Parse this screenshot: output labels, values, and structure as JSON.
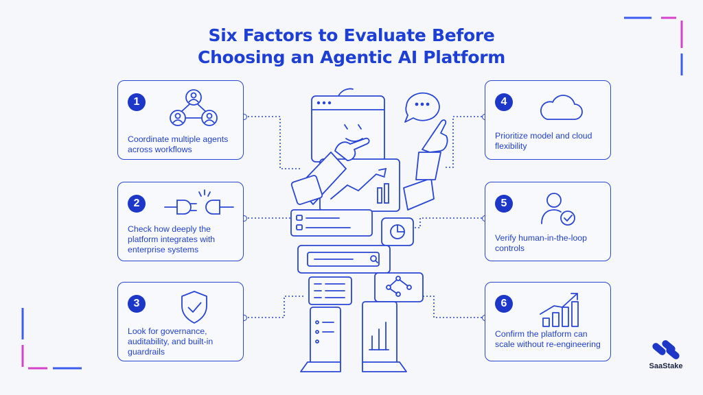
{
  "title": {
    "line1": "Six Factors to Evaluate Before",
    "line2": "Choosing an Agentic AI Platform"
  },
  "factors": [
    {
      "number": "1",
      "text": "Coordinate multiple agents across workflows",
      "icon": "users-network-icon"
    },
    {
      "number": "2",
      "text": "Check how deeply the platform integrates with enterprise systems",
      "icon": "plug-connector-icon"
    },
    {
      "number": "3",
      "text": "Look for governance, auditability, and built-in guardrails",
      "icon": "shield-check-icon"
    },
    {
      "number": "4",
      "text": "Prioritize model and cloud flexibility",
      "icon": "cloud-icon"
    },
    {
      "number": "5",
      "text": "Verify human-in-the-loop controls",
      "icon": "user-check-icon"
    },
    {
      "number": "6",
      "text": "Confirm the platform can scale without re-engineering",
      "icon": "growth-chart-icon"
    }
  ],
  "brand": {
    "name": "SaaStake"
  },
  "colors": {
    "primary": "#1d3fd6",
    "background": "#f6f7fb",
    "accent_pink": "#d642c8",
    "accent_blue": "#3b5cf0"
  }
}
